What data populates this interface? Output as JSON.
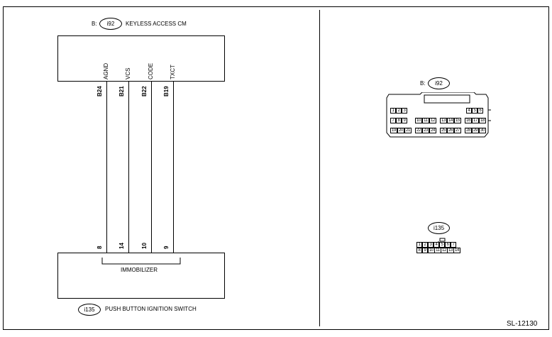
{
  "top_connector": {
    "prefix": "B:",
    "code": "i92",
    "name": "KEYLESS ACCESS CM"
  },
  "bottom_connector": {
    "code": "i135",
    "name": "PUSH BUTTON IGNITION SWITCH",
    "internal_label": "IMMOBILIZER"
  },
  "wires": [
    {
      "signal": "AGND",
      "top_pin": "B24",
      "bottom_pin": "8"
    },
    {
      "signal": "VCS",
      "top_pin": "B21",
      "bottom_pin": "14"
    },
    {
      "signal": "CODE",
      "top_pin": "B22",
      "bottom_pin": "10"
    },
    {
      "signal": "TXCT",
      "top_pin": "B19",
      "bottom_pin": "9"
    }
  ],
  "view_i92": {
    "prefix": "B:",
    "code": "i92",
    "rows": [
      [
        "1",
        "2",
        "3",
        "4",
        "5",
        "6"
      ],
      [
        "7",
        "8",
        "9",
        "10",
        "11",
        "12",
        "13",
        "14",
        "15",
        "16",
        "17",
        "18"
      ],
      [
        "19",
        "20",
        "21",
        "22",
        "23",
        "24",
        "25",
        "26",
        "27",
        "28",
        "29",
        "30"
      ]
    ]
  },
  "view_i135": {
    "code": "i135",
    "rows": [
      [
        "1",
        "2",
        "3",
        "4",
        "5",
        "6",
        "7"
      ],
      [
        "8",
        "9",
        "10",
        "11",
        "12",
        "13",
        "14"
      ]
    ]
  },
  "reference": "SL-12130"
}
